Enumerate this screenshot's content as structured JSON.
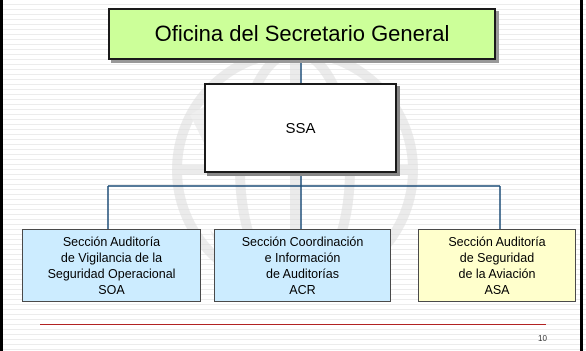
{
  "chart": {
    "root_label": "Oficina del Secretario General",
    "middle_label": "SSA",
    "children": [
      {
        "label": "Sección Auditoría\nde Vigilancia de la\nSeguridad Operacional\nSOA",
        "fill": "#ccecff"
      },
      {
        "label": "Sección Coordinación\ne Información\nde Auditorías\nACR",
        "fill": "#ccecff"
      },
      {
        "label": "Sección Auditoría\nde Seguridad\nde la Aviación\nASA",
        "fill": "#ffffcc"
      }
    ],
    "colors": {
      "root_fill": "#ccff99",
      "connector": "#1f4e79",
      "footer_rule": "#b22222"
    }
  },
  "footer": {
    "page_number": "10"
  }
}
